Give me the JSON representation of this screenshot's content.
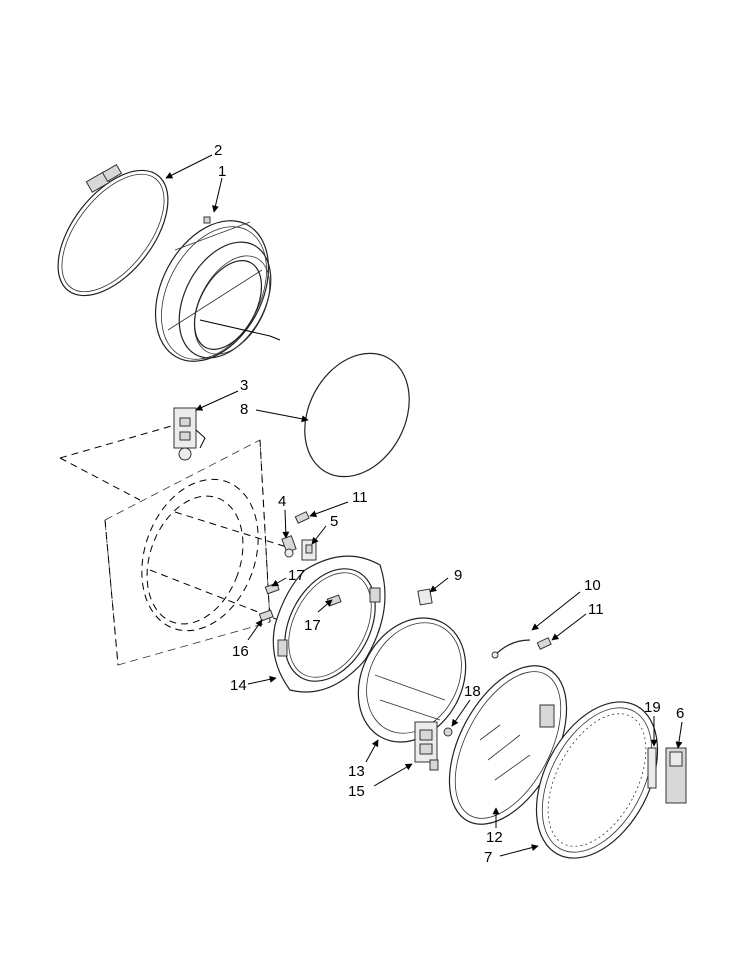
{
  "callouts": {
    "c1": "1",
    "c2": "2",
    "c3": "3",
    "c4": "4",
    "c5": "5",
    "c6": "6",
    "c7": "7",
    "c8": "8",
    "c9": "9",
    "c10": "10",
    "c11a": "11",
    "c11b": "11",
    "c12": "12",
    "c13": "13",
    "c14": "14",
    "c15": "15",
    "c16": "16",
    "c17a": "17",
    "c17b": "17",
    "c18": "18",
    "c19": "19"
  }
}
